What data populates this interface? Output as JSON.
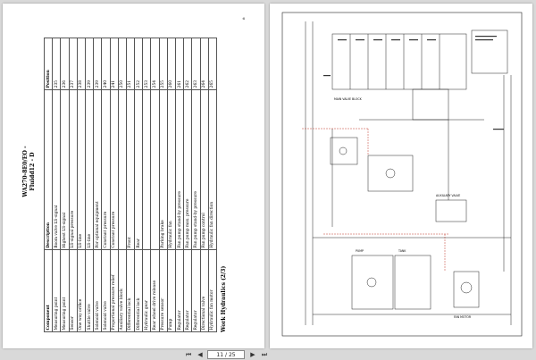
{
  "left_page": {
    "doc_title_line1": "WA270-8E0/EO -",
    "doc_title_line2": "Fluidd12 - D",
    "section_title": "Work Hydraulics (2/3)",
    "page_number": "6",
    "table": {
      "headers": [
        "Component",
        "Description",
        "Position"
      ],
      "rows": [
        [
          "Measuring point",
          "Boom valve LS-signal",
          "235"
        ],
        [
          "Measuring point",
          "Highest LS-signal",
          "236"
        ],
        [
          "Sensor",
          "LS-signal pressure",
          "237"
        ],
        [
          "One way orifice",
          "LS-line",
          "238"
        ],
        [
          "Shuttle valve",
          "LS-line",
          "239"
        ],
        [
          "Solenoid valve",
          "For optional equipment",
          "239"
        ],
        [
          "Solenoid valve",
          "Constant pressure",
          "240"
        ],
        [
          "Proportional pressure relief",
          "Constant pressure",
          "241"
        ],
        [
          "Auxiliary valve block",
          "",
          "250"
        ],
        [
          "Differential lock",
          "Front",
          "251"
        ],
        [
          "Differential lock",
          "Rear",
          "252"
        ],
        [
          "Hydraulic gear",
          "",
          "253"
        ],
        [
          "Rear wheel drive release",
          "",
          "254"
        ],
        [
          "Pressure sensor",
          "Parking brake",
          "255"
        ],
        [
          "Pump",
          "Hydraulic fan",
          "260"
        ],
        [
          "Regulator",
          "Fan pump stand-by pressure",
          "261"
        ],
        [
          "Regulator",
          "Fan pump max. pressure",
          "262"
        ],
        [
          "Regulator",
          "Fan pump stand-by pressure",
          "263"
        ],
        [
          "Directional valve",
          "Fan pump control",
          "264"
        ],
        [
          "Hydraulic fan motor",
          "Hydraulic fan direction",
          "265"
        ]
      ]
    }
  },
  "right_page": {
    "labels": {
      "valve_block": "MAIN VALVE BLOCK",
      "aux_block": "AUXILIARY VALVE",
      "fan": "FAN MOTOR",
      "pump": "PUMP",
      "tank": "TANK"
    }
  },
  "toolbar": {
    "first_icon": "first-page-icon",
    "prev_icon": "prev-page-icon",
    "next_icon": "next-page-icon",
    "last_icon": "last-page-icon",
    "current_page": "11",
    "total_pages": "25",
    "separator": "/"
  }
}
